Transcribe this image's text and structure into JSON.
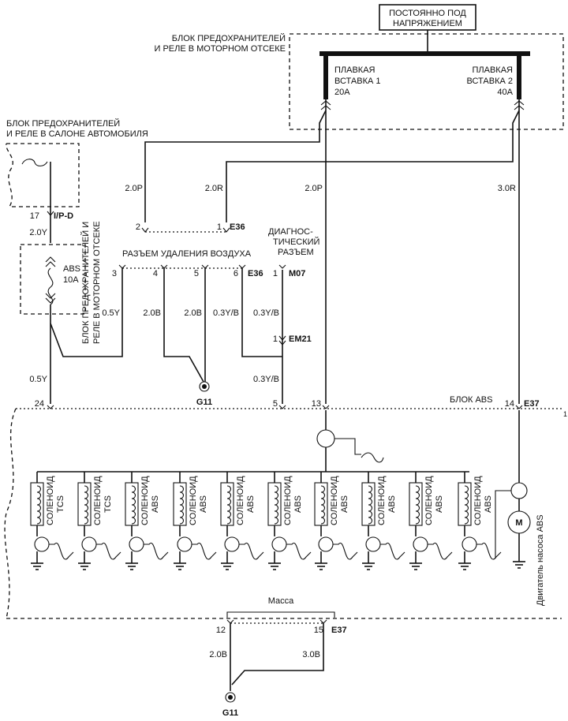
{
  "power": {
    "line1": "ПОСТОЯННО ПОД",
    "line2": "НАПРЯЖЕНИЕМ"
  },
  "engine_box": {
    "line1": "БЛОК ПРЕДОХРАНИТЕЛЕЙ",
    "line2": "И РЕЛЕ В МОТОРНОМ ОТСЕКЕ"
  },
  "fusible1": {
    "line1": "ПЛАВКАЯ",
    "line2": "ВСТАВКА 1",
    "rating": "20A"
  },
  "fusible2": {
    "line1": "ПЛАВКАЯ",
    "line2": "ВСТАВКА 2",
    "rating": "40A"
  },
  "cabin_box": {
    "line1": "БЛОК ПРЕДОХРАНИТЕЛЕЙ",
    "line2": "И РЕЛЕ В САЛОНЕ АВТОМОБИЛЯ"
  },
  "engine_box_vertical": {
    "line1": "БЛОК ПРЕДОХРАНИТЕЛЕЙ И",
    "line2": "РЕЛЕ В МОТОРНОМ ОТСЕКЕ"
  },
  "fuse_abs": {
    "name": "ABS",
    "rating": "10A"
  },
  "bleed_connector": "РАЗЪЕМ УДАЛЕНИЯ ВОЗДУХА",
  "diag_connector": {
    "line1": "ДИАГНОС-",
    "line2": "ТИЧЕСКИЙ",
    "line3": "РАЗЪЕМ"
  },
  "abs_unit": "БЛОК ABS",
  "ground_label": "Масса",
  "motor_label": "Двигатель насоса ABS",
  "motor_symbol": "M",
  "connectors": {
    "ipd": "I/P-D",
    "ipd_pin": "17",
    "e36": "E36",
    "e36b": "E36",
    "m07": "M07",
    "m07_pin": "1",
    "em21": "EM21",
    "em21_pin": "1",
    "e37": "E37",
    "e37b": "E37",
    "g11a": "G11",
    "g11b": "G11"
  },
  "pins": {
    "p2": "2",
    "p1": "1",
    "p3": "3",
    "p4": "4",
    "p5": "5",
    "p6": "6",
    "abs24": "24",
    "abs5": "5",
    "abs13": "13",
    "abs14": "14",
    "abs12": "12",
    "abs15": "15",
    "unit_corner": "1"
  },
  "wires": {
    "w_2_0p_a": "2.0P",
    "w_2_0r": "2.0R",
    "w_2_0p_b": "2.0P",
    "w_3_0r": "3.0R",
    "w_2_0y": "2.0Y",
    "w_0_5y_a": "0.5Y",
    "w_0_5y_b": "0.5Y",
    "w_2_0b_a": "2.0B",
    "w_2_0b_b": "2.0B",
    "w_0_3yb_a": "0.3Y/B",
    "w_0_3yb_b": "0.3Y/B",
    "w_0_3yb_c": "0.3Y/B",
    "w_2_0b_c": "2.0B",
    "w_3_0b": "3.0B"
  },
  "solenoids": [
    {
      "word": "СОЛЕНОИД",
      "type": "TCS"
    },
    {
      "word": "СОЛЕНОИД",
      "type": "TCS"
    },
    {
      "word": "СОЛЕНОИД",
      "type": "ABS"
    },
    {
      "word": "СОЛЕНОИД",
      "type": "ABS"
    },
    {
      "word": "СОЛЕНОИД",
      "type": "ABS"
    },
    {
      "word": "СОЛЕНОИД",
      "type": "ABS"
    },
    {
      "word": "СОЛЕНОИД",
      "type": "ABS"
    },
    {
      "word": "СОЛЕНОИД",
      "type": "ABS"
    },
    {
      "word": "СОЛЕНОИД",
      "type": "ABS"
    },
    {
      "word": "СОЛЕНОИД",
      "type": "ABS"
    }
  ]
}
